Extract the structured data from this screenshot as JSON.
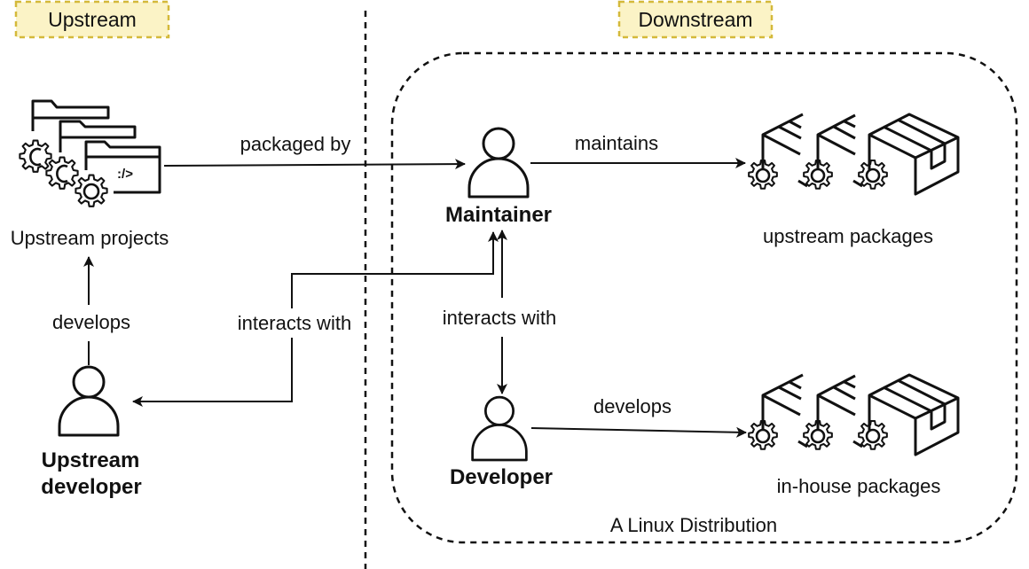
{
  "tags": {
    "upstream": "Upstream",
    "downstream": "Downstream"
  },
  "colors": {
    "tag_fill": "#fbf3c6",
    "tag_border": "#d4b93a",
    "ink": "#111111"
  },
  "nodes": {
    "upstream_projects": {
      "label": "Upstream projects",
      "icon": "folders-gears-code-icon"
    },
    "upstream_developer": {
      "label_line1": "Upstream",
      "label_line2": "developer",
      "icon": "person-icon"
    },
    "maintainer": {
      "label": "Maintainer",
      "icon": "person-icon"
    },
    "developer": {
      "label": "Developer",
      "icon": "person-icon"
    },
    "upstream_packages": {
      "label": "upstream packages",
      "icon": "packages-gears-icon"
    },
    "inhouse_packages": {
      "label": "in-house packages",
      "icon": "packages-gears-icon"
    }
  },
  "container": {
    "label": "A Linux Distribution"
  },
  "edges": {
    "packaged_by": "packaged by",
    "maintains": "maintains",
    "develops_upstream": "develops",
    "interacts_upstream": "interacts with",
    "interacts_internal": "interacts with",
    "develops_inhouse": "develops"
  }
}
